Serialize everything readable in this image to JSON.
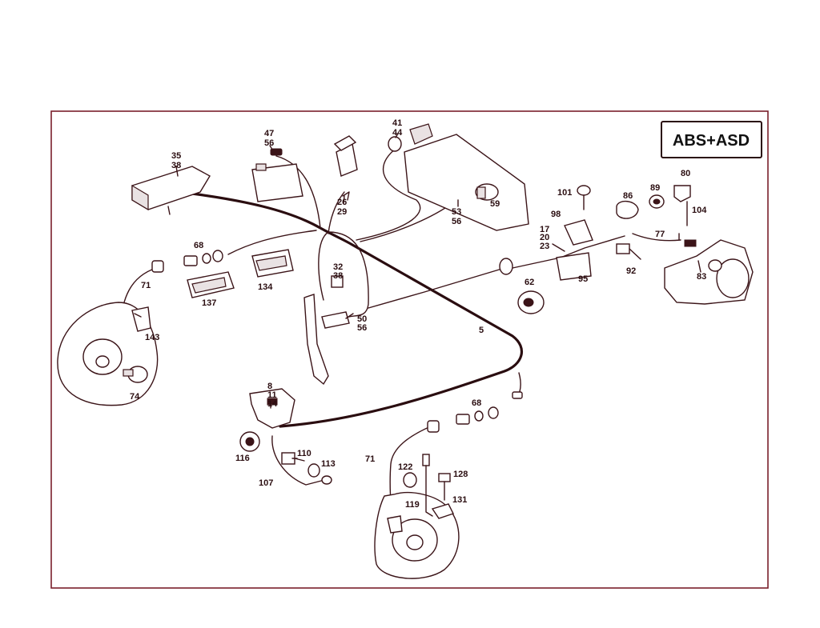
{
  "badge": "ABS+ASD",
  "labels": [
    {
      "id": "35",
      "text": "35"
    },
    {
      "id": "38a",
      "text": "38"
    },
    {
      "id": "47",
      "text": "47"
    },
    {
      "id": "56a",
      "text": "56"
    },
    {
      "id": "26",
      "text": "26"
    },
    {
      "id": "29",
      "text": "29"
    },
    {
      "id": "41",
      "text": "41"
    },
    {
      "id": "44",
      "text": "44"
    },
    {
      "id": "53",
      "text": "53"
    },
    {
      "id": "56b",
      "text": "56"
    },
    {
      "id": "59",
      "text": "59"
    },
    {
      "id": "101",
      "text": "101"
    },
    {
      "id": "86",
      "text": "86"
    },
    {
      "id": "89",
      "text": "89"
    },
    {
      "id": "80",
      "text": "80"
    },
    {
      "id": "104",
      "text": "104"
    },
    {
      "id": "98",
      "text": "98"
    },
    {
      "id": "17",
      "text": "17"
    },
    {
      "id": "20",
      "text": "20"
    },
    {
      "id": "23",
      "text": "23"
    },
    {
      "id": "77",
      "text": "77"
    },
    {
      "id": "92",
      "text": "92"
    },
    {
      "id": "83",
      "text": "83"
    },
    {
      "id": "95",
      "text": "95"
    },
    {
      "id": "62",
      "text": "62"
    },
    {
      "id": "68a",
      "text": "68"
    },
    {
      "id": "71a",
      "text": "71"
    },
    {
      "id": "137",
      "text": "137"
    },
    {
      "id": "134",
      "text": "134"
    },
    {
      "id": "32",
      "text": "32"
    },
    {
      "id": "38b",
      "text": "38"
    },
    {
      "id": "50",
      "text": "50"
    },
    {
      "id": "56c",
      "text": "56"
    },
    {
      "id": "5",
      "text": "5"
    },
    {
      "id": "143",
      "text": "143"
    },
    {
      "id": "74",
      "text": "74"
    },
    {
      "id": "8",
      "text": "8"
    },
    {
      "id": "11",
      "text": "11"
    },
    {
      "id": "14",
      "text": "14"
    },
    {
      "id": "68b",
      "text": "68"
    },
    {
      "id": "116",
      "text": "116"
    },
    {
      "id": "110",
      "text": "110"
    },
    {
      "id": "113",
      "text": "113"
    },
    {
      "id": "107",
      "text": "107"
    },
    {
      "id": "71b",
      "text": "71"
    },
    {
      "id": "122",
      "text": "122"
    },
    {
      "id": "128",
      "text": "128"
    },
    {
      "id": "131",
      "text": "131"
    },
    {
      "id": "119",
      "text": "119"
    }
  ]
}
